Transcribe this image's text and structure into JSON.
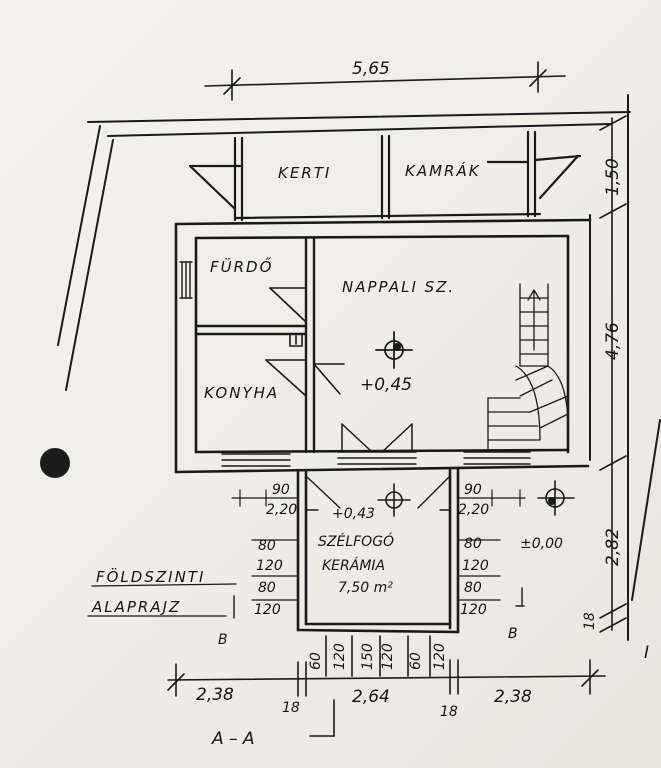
{
  "drawing": {
    "title_line1": "FÖLDSZINTI",
    "title_line2": "ALAPRAJZ",
    "section_label": "A – A",
    "section_b_left": "B",
    "section_b_right": "B",
    "corner_mark": "I"
  },
  "rooms": {
    "kerti": "KERTI",
    "kamrak": "KAMRÁK",
    "furdo": "FÜRDŐ",
    "nappali": "NAPPALI SZ.",
    "konyha": "KONYHA",
    "szelfogo": "SZÉLFOGÓ",
    "keramia": "KERÁMIA",
    "area": "7,50 m²"
  },
  "levels": {
    "main": "+0,45",
    "porch": "+0,43",
    "ground": "±0,00"
  },
  "dimensions": {
    "top_total": "5,65",
    "right_upper": "1,50",
    "right_mid": "4,76",
    "right_lower": "2,82",
    "right_bottom": "18",
    "bottom": [
      "2,38",
      "18",
      "2,64",
      "18",
      "2,38"
    ],
    "bottom_small": [
      "60",
      "120",
      "150",
      "120",
      "60",
      "120"
    ],
    "door_left": [
      "90",
      "2,20"
    ],
    "door_right": [
      "90",
      "2,20"
    ],
    "window_left": [
      "80",
      "120",
      "80",
      "120"
    ],
    "window_right": [
      "80",
      "120",
      "80",
      "120"
    ]
  }
}
